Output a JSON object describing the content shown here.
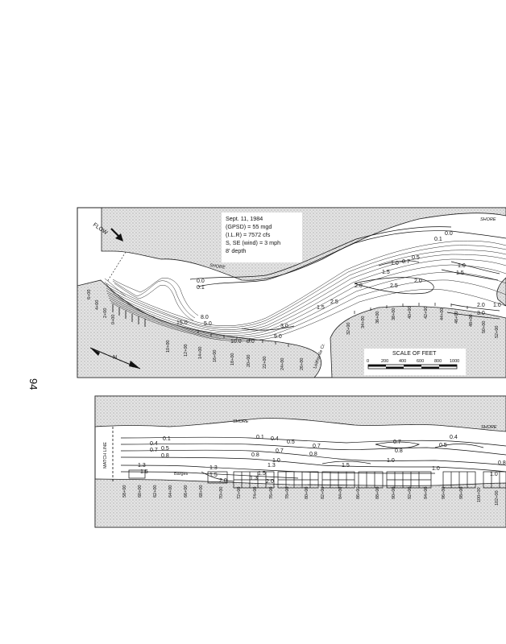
{
  "page": {
    "number": "94"
  },
  "map_top": {
    "info_lines": [
      "Sept. 11, 1984",
      "(GPSD) = 55 mgd",
      "(I.L.R) = 7572 cfs",
      "S, SE (wind) = 3 mph",
      "8' depth"
    ],
    "flow_label": "FLOW",
    "shore_labels": [
      "SHORE",
      "SHORE"
    ],
    "north_label": "N",
    "scale": {
      "title": "SCALE OF FEET",
      "ticks": [
        "0",
        "200",
        "400",
        "600",
        "800",
        "1000"
      ]
    },
    "contours": [
      "0.0",
      "0.1",
      "0.0",
      "0.1",
      "1.0",
      "0.7",
      "0.5",
      "1.5",
      "1.0",
      "1.5",
      "2.0",
      "2.5",
      "2.0",
      "2.5",
      "1.5",
      "3.0",
      "5.0",
      "8.0",
      "10.0",
      "15.0",
      "5.0",
      "8.0",
      "2.0",
      "1.0",
      "3.0"
    ],
    "stations_left": [
      "6+00",
      "4+00",
      "2+00",
      "0+00",
      "10+00",
      "12+00",
      "14+00",
      "16+00",
      "18+00",
      "20+00",
      "22+00",
      "24+00",
      "26+00"
    ],
    "stations_right": [
      "32+00",
      "34+00",
      "36+00",
      "38+00",
      "40+00",
      "42+00",
      "44+00",
      "46+00",
      "48+00",
      "50+00",
      "52+00"
    ],
    "creek_label": "Leithsville Cr."
  },
  "map_bottom": {
    "match_line": "MATCH LINE",
    "shore_labels": [
      "SHORE",
      "SHORE"
    ],
    "barges_label": "Barges",
    "contours": [
      "0.1",
      "0.4",
      "0.7",
      "0.5",
      "0.8",
      "1.3",
      "1.5",
      "1.3",
      "1.5",
      "2.0",
      "0.1",
      "0.4",
      "0.5",
      "0.7",
      "0.8",
      "0.7",
      "0.8",
      "1.0",
      "1.3",
      "1.5",
      "1.3",
      "1.5",
      "2.0",
      "0.7",
      "0.8",
      "1.0",
      "0.5",
      "0.4",
      "1.0",
      "1.0",
      "0.8"
    ],
    "stations": [
      "58+00",
      "60+00",
      "62+00",
      "64+00",
      "66+00",
      "68+00",
      "70+00",
      "72+00",
      "74+00",
      "76+00",
      "78+00",
      "80+00",
      "82+00",
      "84+00",
      "86+00",
      "88+00",
      "90+00",
      "92+00",
      "94+00",
      "96+00",
      "98+00",
      "100+00",
      "102+00"
    ]
  }
}
